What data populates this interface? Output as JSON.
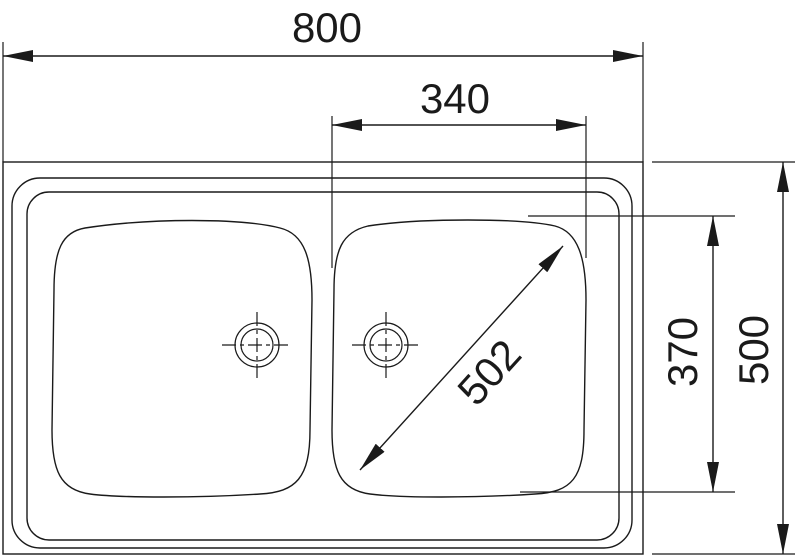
{
  "dimensions": {
    "overall_width": "800",
    "bowl_width": "340",
    "bowl_diagonal": "502",
    "bowl_depth": "370",
    "overall_depth": "500"
  },
  "icons": [
    "drain-icon",
    "drain-icon"
  ]
}
